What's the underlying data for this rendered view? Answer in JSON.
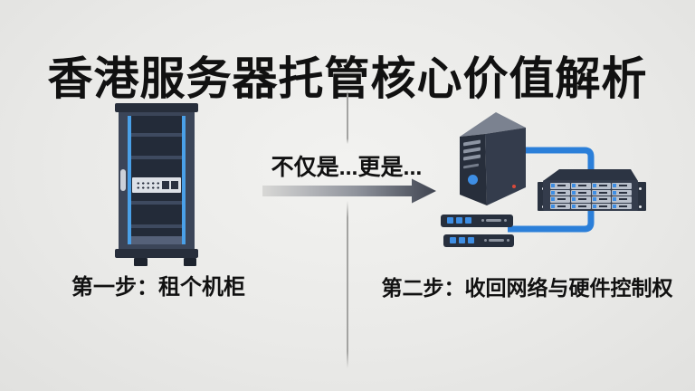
{
  "title": "香港服务器托管核心价值解析",
  "middle": {
    "transition_label": "不仅是...更是...",
    "arrow_icon": "arrow-right"
  },
  "left_panel": {
    "caption": "第一步：租个机柜",
    "icon": "server-rack"
  },
  "right_panel": {
    "caption": "第二步：收回网络与硬件控制权",
    "icons": [
      "tower-server",
      "storage-array",
      "rack-server",
      "rack-server"
    ],
    "storage_array": {
      "bay_count": 16
    },
    "rack_server_led_count": 3
  },
  "colors": {
    "bg-center": "#f2f2f0",
    "bg-edge": "#e1e1df",
    "ink": "#111111",
    "divider": "#a3a3a1",
    "navy-dark": "#272e3b",
    "navy-frame": "#3b4558",
    "navy-face": "#343c4c",
    "rail-blue": "#4aa0e8",
    "line-blue": "#2b7fd9",
    "led-blue": "#3e8ee4",
    "panel-light": "#dde1e7",
    "bay-light": "#b9c0cc",
    "arrow-start": "#d8d8d6",
    "arrow-end": "#3f4450",
    "alert-red": "#d9493a",
    "tower-top": "#7b8290",
    "slot-gray": "#8d95a3"
  }
}
